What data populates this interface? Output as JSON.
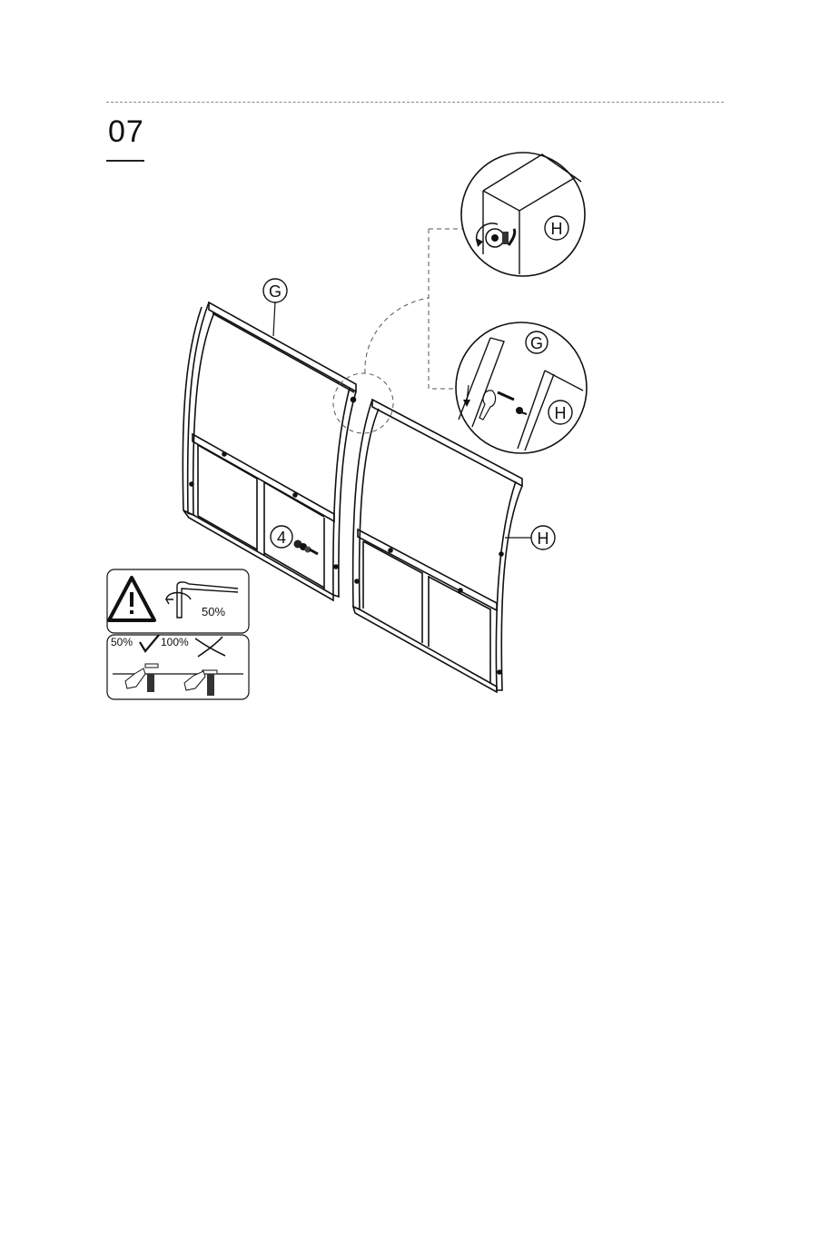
{
  "step": {
    "number": "07"
  },
  "labels": {
    "panel_g": "G",
    "panel_h": "H",
    "zoom_top_h": "H",
    "zoom_bottom_g": "G",
    "zoom_bottom_h": "H",
    "hardware_qty": "4"
  },
  "warning": {
    "tighten_percent": "50%",
    "ok_percent": "50%",
    "bad_percent": "100%"
  }
}
